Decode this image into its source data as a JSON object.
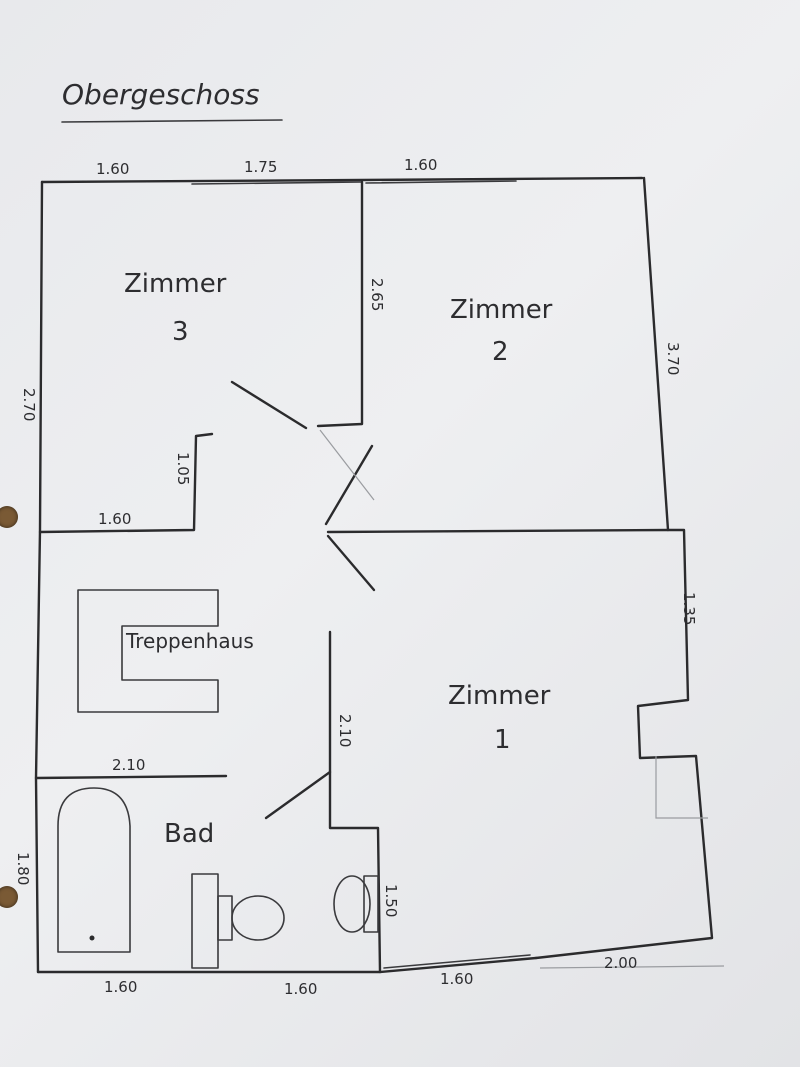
{
  "title": "Obergeschoss",
  "rooms": {
    "zimmer3": {
      "name": "Zimmer",
      "number": "3"
    },
    "zimmer2": {
      "name": "Zimmer",
      "number": "2"
    },
    "zimmer1": {
      "name": "Zimmer",
      "number": "1"
    },
    "treppenhaus": {
      "name": "Treppenhaus"
    },
    "bad": {
      "name": "Bad"
    }
  },
  "dimensions": {
    "top_1": "1.60",
    "top_2": "1.75",
    "top_3": "1.60",
    "right_upper": "3.70",
    "left_upper": "2.70",
    "zimmer3_wall": "2.65",
    "zimmer3_stub": "1.05",
    "zimmer3_bottom": "1.60",
    "right_lower": "1.35",
    "hall_wall": "2.10",
    "bad_top": "2.10",
    "bad_left": "1.80",
    "wc_wall": "1.50",
    "bottom_1": "1.60",
    "bottom_2": "1.60",
    "bottom_3": "1.60",
    "bottom_4": "2.00"
  }
}
